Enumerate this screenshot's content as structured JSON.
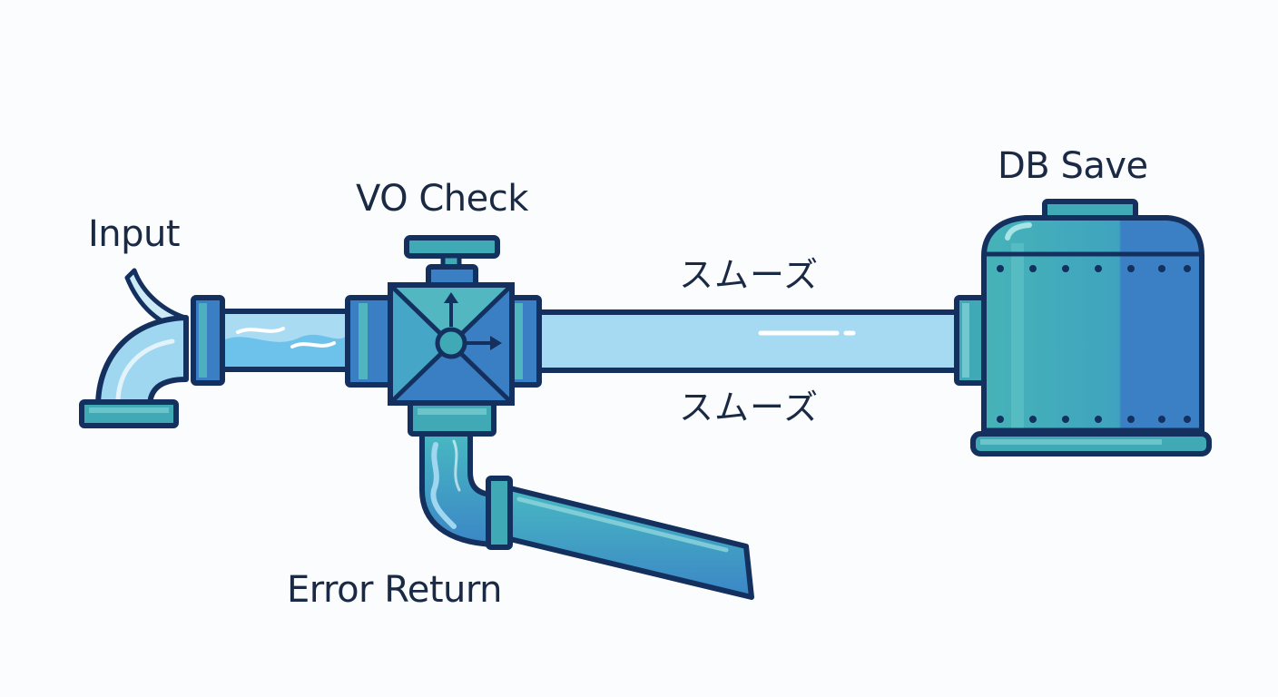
{
  "labels": {
    "input": "Input",
    "vo_check": "VO Check",
    "db_save": "DB Save",
    "smooth_top": "スムーズ",
    "smooth_bottom": "スムーズ",
    "error_return": "Error Return"
  },
  "icons": {
    "valve": "valve-icon",
    "tank": "db-tank-icon",
    "inlet": "inlet-pipe-icon",
    "error_outlet": "error-outlet-pipe-icon"
  },
  "colors": {
    "outline": "#14305e",
    "pipe_light": "#9fd6f0",
    "water": "#6cc2ea",
    "teal": "#3fa9b6",
    "blue": "#3a7fc4",
    "text": "#1a2a44"
  }
}
